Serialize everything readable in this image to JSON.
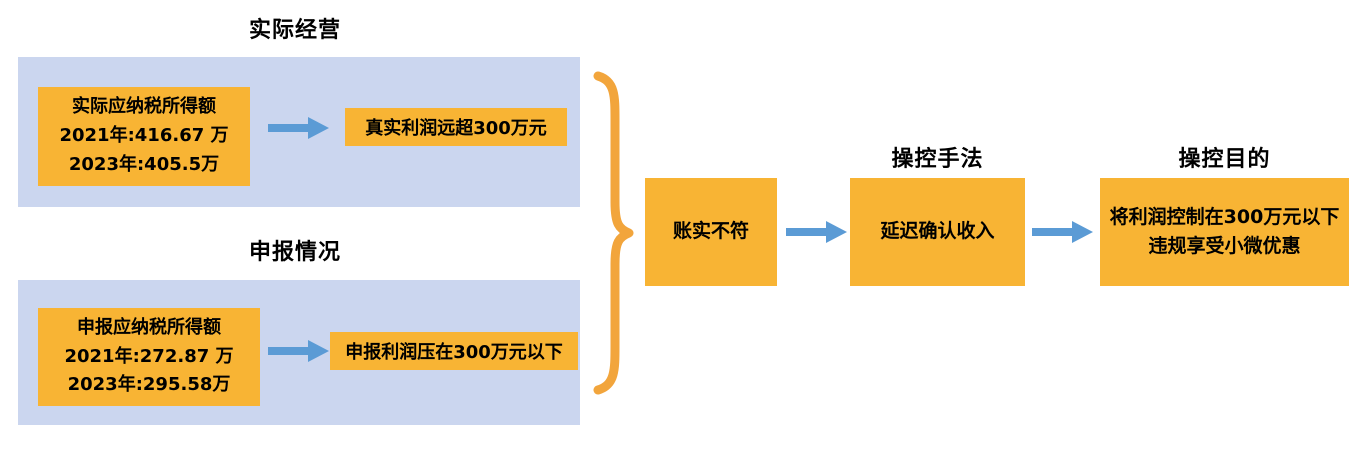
{
  "colors": {
    "panel_bg": "#cbd6ef",
    "box_bg": "#f8b434",
    "arrow": "#5b9bd5",
    "brace": "#f2a53c",
    "text": "#000000"
  },
  "actual": {
    "title": "实际经营",
    "box_lines": [
      "实际应纳税所得额",
      "2021年:416.67 万",
      "2023年:405.5万"
    ],
    "result": "真实利润远超300万元"
  },
  "declared": {
    "title": "申报情况",
    "box_lines": [
      "申报应纳税所得额",
      "2021年:272.87 万",
      "2023年:295.58万"
    ],
    "result": "申报利润压在300万元以下"
  },
  "flow": {
    "mismatch": "账实不符",
    "method_title": "操控手法",
    "method": "延迟确认收入",
    "purpose_title": "操控目的",
    "purpose_lines": [
      "将利润控制在300万元以下",
      "违规享受小微优惠"
    ]
  }
}
